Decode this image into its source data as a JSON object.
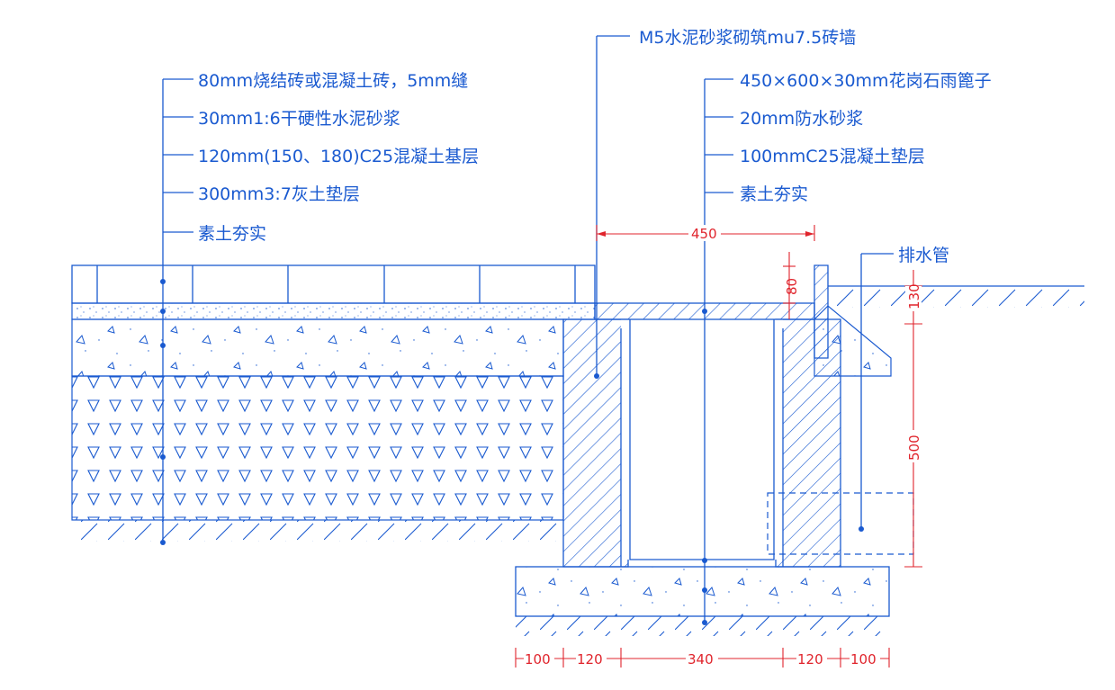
{
  "colors": {
    "line": "#1a5ad0",
    "dimension": "#e0242c",
    "background": "#ffffff"
  },
  "left_callouts": [
    "80mm烧结砖或混凝土砖，5mm缝",
    "30mm1:6干硬性水泥砂浆",
    "120mm(150、180)C25混凝土基层",
    "300mm3:7灰土垫层",
    "素土夯实"
  ],
  "wall_callout": "M5水泥砂浆砌筑mu7.5砖墙",
  "right_callouts": [
    "450×600×30mm花岗石雨篦子",
    "20mm防水砂浆",
    "100mmC25混凝土垫层",
    "素土夯实"
  ],
  "pipe_callout": "排水管",
  "dimensions": {
    "top_width": "450",
    "grate_height": "80",
    "side_top": "130",
    "side_depth": "500",
    "bottom": [
      "100",
      "120",
      "340",
      "120",
      "100"
    ]
  }
}
